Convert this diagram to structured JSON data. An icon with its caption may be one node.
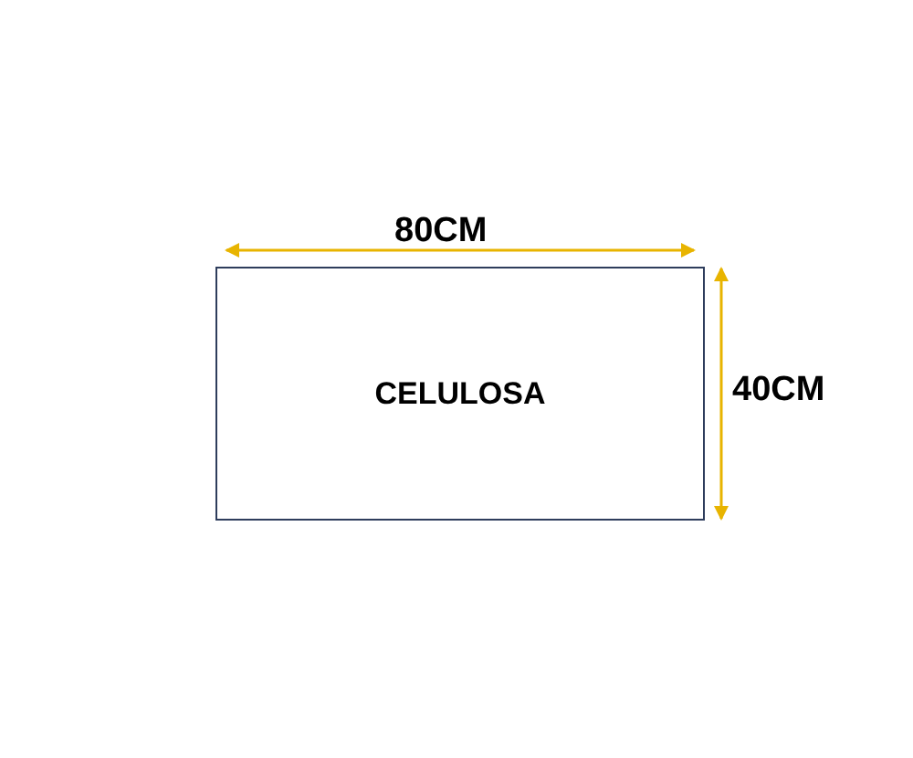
{
  "diagram": {
    "nodes": [
      {
        "text": [
          "CELULOSA"
        ]
      }
    ],
    "labels": [
      "80CM",
      "40CM"
    ]
  }
}
